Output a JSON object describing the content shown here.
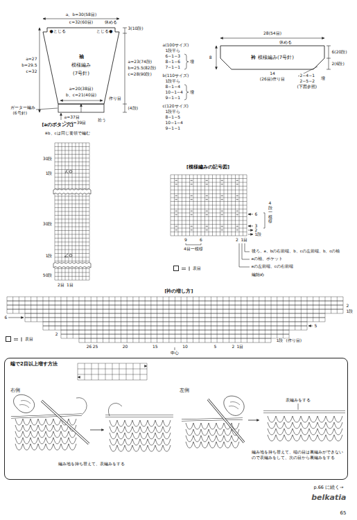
{
  "diagram": {
    "nodes": [
      {
        "text": [
          "袖",
          "模様編み",
          "(7号針)"
        ]
      },
      {
        "text": [
          "衿",
          "模様編み(7号針)"
        ]
      },
      {
        "text": [
          "端で2目以上増す方法"
        ]
      }
    ],
    "labels": [
      "a、b=30(58目)",
      "c=32(60目)",
      "休める",
      "●とじる",
      "とじる●",
      "a=27",
      "b=29.5",
      "c=32",
      "3(10段)",
      "a=23(74段)",
      "b=25.5(82段)",
      "c=28(90段)",
      "(4段)",
      "a=20(38目)",
      "b、c=21(40目)",
      "作り目",
      "ガーター編み",
      "(6号針)",
      "a=37目",
      "b、c=39目",
      "拾う",
      "a(100サイズ)",
      "1段平ら",
      "6−1−3",
      "8−1−6",
      "7−1−1",
      "増",
      "b(110サイズ)",
      "1段平ら",
      "8−1−4",
      "10−1−4",
      "9−1−1",
      "増",
      "c(120サイズ)",
      "1段平ら",
      "8−1−5",
      "10−1−4",
      "9−1−1",
      "28(54目)",
      "休める",
      "8",
      "14",
      "(26目)作り目",
      "2−4−1",
      "2−5−2",
      "(下図参照)",
      "増",
      "6(20段)",
      "2(6段)",
      "[aのボタン穴]",
      "※b、cは同じ要領で編む",
      "30段",
      "1段",
      "30段",
      "1段",
      "50段",
      "2目",
      "1目",
      "[模様編みの記号図]",
      "4段一模様",
      "6",
      "3",
      "2",
      "1段",
      "9",
      "6",
      "2",
      "1目",
      "4目一模様",
      "後ろ、a、bの右前端、b、cの左前端、b、cの袖",
      "aの袖、ポケット",
      "aの左前端、cの右前端",
      "編始め",
      "[衿の増し方]",
      "2",
      "1段",
      "6",
      "5",
      "2",
      "1段",
      "(作り目)",
      "26",
      "25",
      "20",
      "15",
      "10",
      "5",
      "2",
      "1目",
      "中心",
      "右側",
      "左側",
      "表編みをする",
      "編み地を持ち替えて、表編みをする",
      "編み地を持ち替えて、端の目は裏編みができないので表編みをして、次の目から裏編みをする",
      "p.66 に続く→",
      "belkatia",
      "65"
    ],
    "legend": [
      {
        "text": "表目",
        "color": "#ffffff"
      },
      {
        "text": "表目",
        "color": "#ffffff"
      }
    ]
  }
}
